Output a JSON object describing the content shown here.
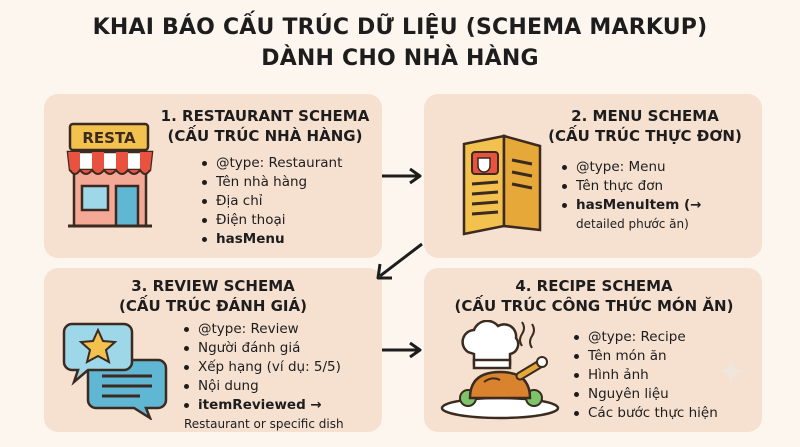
{
  "title_line1": "KHAI BÁO CẤU TRÚC DỮ LIỆU (SCHEMA MARKUP)",
  "title_line2": "DÀNH CHO NHÀ HÀNG",
  "cards": [
    {
      "title1": "1. RESTAURANT SCHEMA",
      "title2": "(CẤU TRÚC NHÀ HÀNG)",
      "icon": "restaurant-storefront-icon",
      "sign_text": "RESTA",
      "items": [
        "@type: Restaurant",
        "Tên nhà hàng",
        "Địa chỉ",
        "Điện thoại",
        "hasMenu"
      ]
    },
    {
      "title1": "2. MENU SCHEMA",
      "title2": "(CẤU TRÚC THỰC ĐƠN)",
      "icon": "menu-book-icon",
      "items": [
        "@type: Menu",
        "Tên thực đơn",
        "hasMenuItem (→",
        "detailed phước ăn)"
      ]
    },
    {
      "title1": "3. REVIEW SCHEMA",
      "title2": "(CẤU TRÚC ĐÁNH GIÁ)",
      "icon": "review-chat-star-icon",
      "items": [
        "@type: Review",
        "Người đánh giá",
        "Xếp hạng (ví dụ: 5/5)",
        "Nội dung",
        "itemReviewed →",
        "Restaurant or specific dish"
      ]
    },
    {
      "title1": "4. RECIPE SCHEMA",
      "title2": "(CẤU TRÚC CÔNG THỨC MÓN ĂN)",
      "icon": "chef-hat-roast-chicken-icon",
      "items": [
        "@type: Recipe",
        "Tên món ăn",
        "Hình ảnh",
        "Nguyên liệu",
        "Các bước thực hiện"
      ]
    }
  ],
  "colors": {
    "background": "#fdf6ef",
    "card": "#f6e1d1",
    "accent": "#e8523f",
    "text": "#1d1d1d"
  }
}
